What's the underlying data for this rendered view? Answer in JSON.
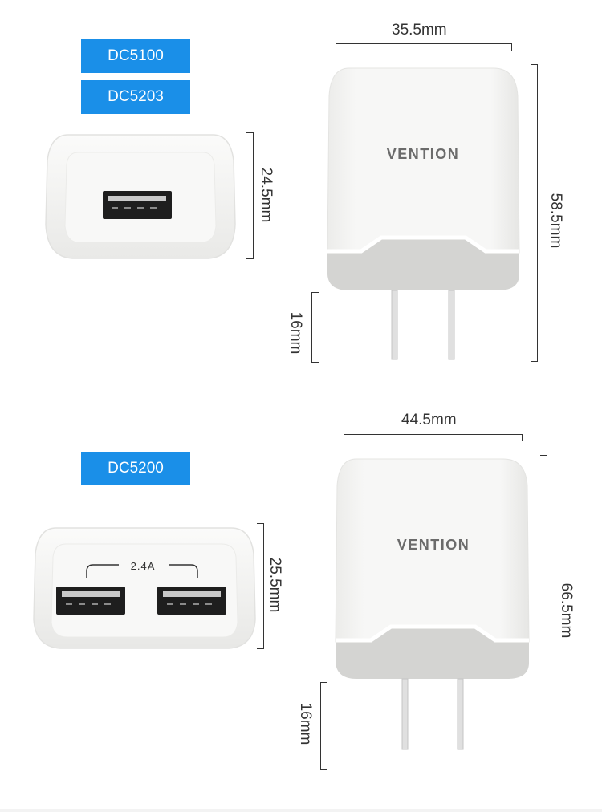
{
  "labels": {
    "model_a": "DC5100",
    "model_b": "DC5203",
    "model_c": "DC5200"
  },
  "brand": "VENTION",
  "charger_single": {
    "width": "35.5mm",
    "height": "58.5mm",
    "depth": "24.5mm",
    "pin_length": "16mm"
  },
  "charger_dual": {
    "width": "44.5mm",
    "height": "66.5mm",
    "depth": "25.5mm",
    "pin_length": "16mm",
    "port_current": "2.4A"
  },
  "colors": {
    "badge": "#1a8fe8",
    "body": "#f1f1ef",
    "base": "#d4d4d2"
  },
  "icons": {
    "usb_port": "usb-port-icon",
    "plug_pin": "plug-pin-icon"
  }
}
